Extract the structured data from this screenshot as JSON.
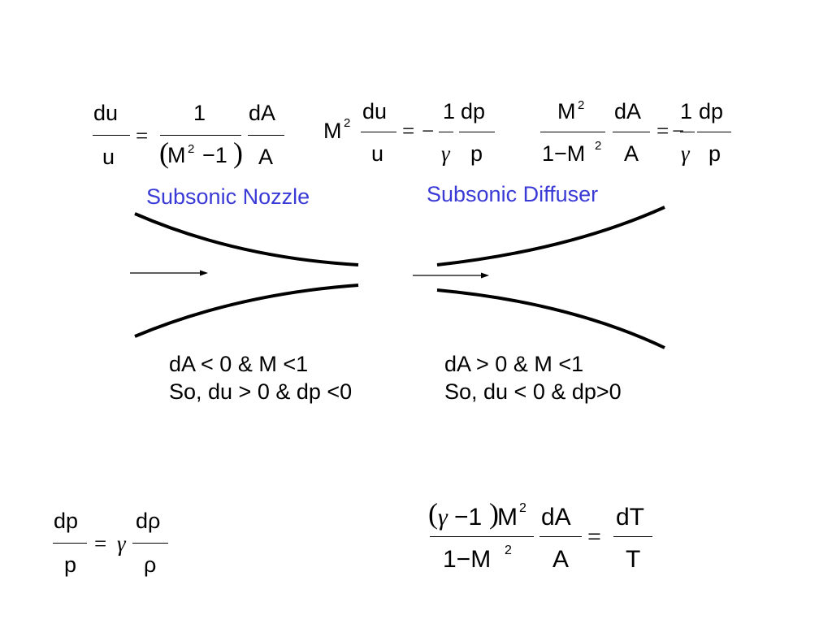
{
  "equations": {
    "eq1": {
      "num1": "du",
      "den1": "u",
      "eq": "=",
      "num2": "1",
      "den2_open": "(",
      "den2_M": "M",
      "den2_exp": "2",
      "den2_minus": "−1",
      "den2_close": ")",
      "num3": "dA",
      "den3": "A"
    },
    "eq2": {
      "lhs_M": "M",
      "lhs_exp": "2",
      "num1": "du",
      "den1": "u",
      "eq": "=",
      "minus": "−",
      "num2": "1",
      "den2": "γ",
      "num3": "dp",
      "den3": "p"
    },
    "eq3": {
      "num1_M": "M",
      "num1_exp": "2",
      "den1": "1−M",
      "den1_exp": "2",
      "num2": "dA",
      "den2": "A",
      "eq": "=",
      "minus": "−",
      "num3": "1",
      "den3": "γ",
      "num4": "dp",
      "den4": "p"
    },
    "eq4": {
      "num1": "dp",
      "den1": "p",
      "eq": "=",
      "gamma": "γ",
      "num2": "dρ",
      "den2": "ρ"
    },
    "eq5": {
      "num1_open": "(",
      "num1_gamma": "γ",
      "num1_rest": "−1",
      "num1_close": ")",
      "num1_M": "M",
      "num1_exp": "2",
      "den1": "1−M",
      "den1_exp": "2",
      "num2": "dA",
      "den2": "A",
      "eq": "=",
      "num3": "dT",
      "den3": "T"
    }
  },
  "labels": {
    "nozzle": "Subsonic Nozzle",
    "diffuser": "Subsonic Diffuser"
  },
  "conditions": {
    "nozzle_line1": "dA < 0 & M <1",
    "nozzle_line2": "So, du > 0 & dp <0",
    "diffuser_line1": "dA > 0 & M <1",
    "diffuser_line2": "So, du < 0 & dp>0"
  }
}
